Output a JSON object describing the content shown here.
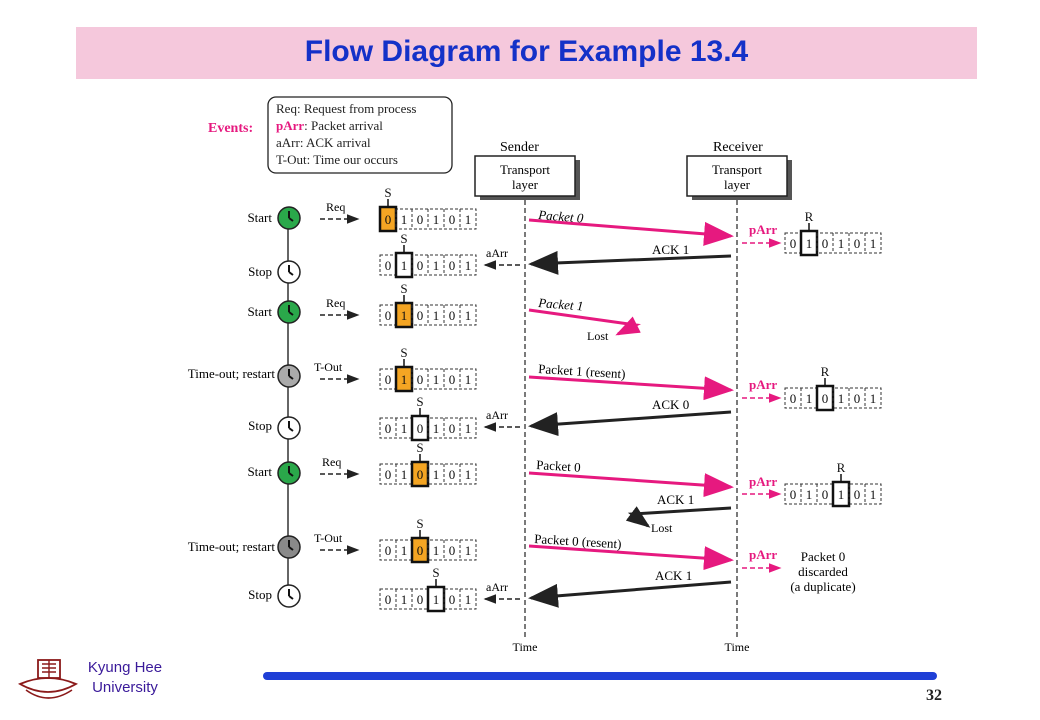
{
  "header": {
    "title": "Flow Diagram for Example 13.4"
  },
  "footer": {
    "university_line1": "Kyung Hee",
    "university_line2": "University",
    "page_number": "32"
  },
  "events": {
    "label": "Events:",
    "items": [
      {
        "key": "Req",
        "text": ": Request from process"
      },
      {
        "key": "pArr",
        "text": ": Packet arrival"
      },
      {
        "key": "aArr",
        "text": ": ACK arrival"
      },
      {
        "key": "T-Out",
        "text": ": Time our occurs"
      }
    ]
  },
  "sender": {
    "label": "Sender",
    "box_line1": "Transport",
    "box_line2": "layer",
    "time_label": "Time"
  },
  "receiver": {
    "label": "Receiver",
    "box_line1": "Transport",
    "box_line2": "layer",
    "time_label": "Time"
  },
  "timer_events": [
    "Start",
    "Stop",
    "Start",
    "Time-out; restart",
    "Stop",
    "Start",
    "Time-out; restart",
    "Stop"
  ],
  "sender_event_labels": [
    "Req",
    "aArr",
    "Req",
    "T-Out",
    "aArr",
    "Req",
    "T-Out",
    "aArr"
  ],
  "sender_windows": [
    {
      "bits": [
        "0",
        "1",
        "0",
        "1",
        "0",
        "1"
      ],
      "marker": "S"
    },
    {
      "bits": [
        "0",
        "1",
        "0",
        "1",
        "0",
        "1"
      ],
      "marker": "S"
    },
    {
      "bits": [
        "0",
        "1",
        "0",
        "1",
        "0",
        "1"
      ],
      "marker": "S"
    },
    {
      "bits": [
        "0",
        "1",
        "0",
        "1",
        "0",
        "1"
      ],
      "marker": "S"
    },
    {
      "bits": [
        "0",
        "1",
        "0",
        "1",
        "0",
        "1"
      ],
      "marker": "S"
    },
    {
      "bits": [
        "0",
        "1",
        "0",
        "1",
        "0",
        "1"
      ],
      "marker": "S"
    },
    {
      "bits": [
        "0",
        "1",
        "0",
        "1",
        "0",
        "1"
      ],
      "marker": "S"
    },
    {
      "bits": [
        "0",
        "1",
        "0",
        "1",
        "0",
        "1"
      ],
      "marker": "S"
    }
  ],
  "receiver_windows": [
    {
      "bits": [
        "0",
        "1",
        "0",
        "1",
        "0",
        "1"
      ],
      "marker": "R"
    },
    {
      "bits": [
        "0",
        "1",
        "0",
        "1",
        "0",
        "1"
      ],
      "marker": "R"
    },
    {
      "bits": [
        "0",
        "1",
        "0",
        "1",
        "0",
        "1"
      ],
      "marker": "R"
    }
  ],
  "messages": {
    "packet0": "Packet 0",
    "ack1": "ACK 1",
    "packet1": "Packet 1",
    "lost": "Lost",
    "packet1_resent": "Packet 1 (resent)",
    "ack0": "ACK 0",
    "packet0_resent": "Packet 0 (resent)"
  },
  "receiver_event": "pArr",
  "discard_note": [
    "Packet 0",
    "discarded",
    "(a duplicate)"
  ],
  "colors": {
    "title": "#1431c8",
    "title_bg": "#f5c8dc",
    "packet": "#e6197f",
    "ack": "#222222",
    "start_clock": "#2aa84a",
    "timeout_clock": "#9a9a9a",
    "window_highlight": "#f4a523",
    "footer_bar": "#1f3fd6"
  }
}
